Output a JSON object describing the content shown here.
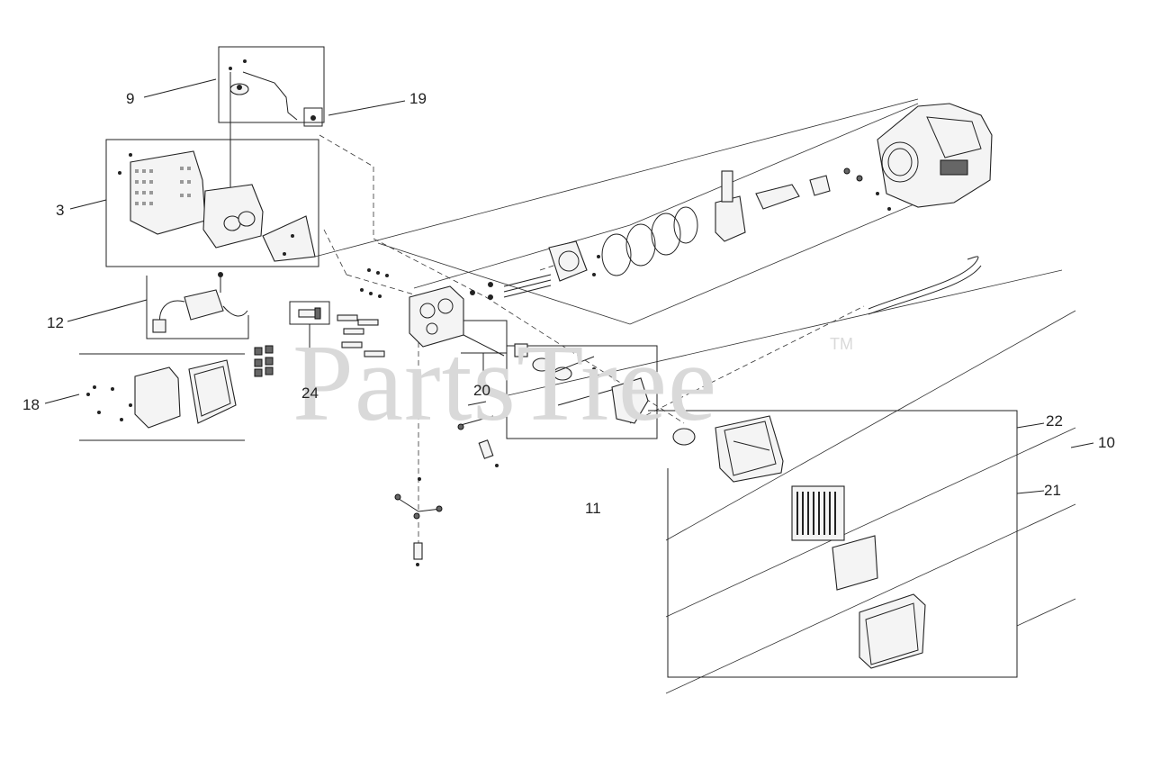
{
  "watermark": {
    "text": "PartsTree",
    "trademark": "TM"
  },
  "callouts": [
    {
      "id": "c9",
      "label": "9"
    },
    {
      "id": "c19",
      "label": "19"
    },
    {
      "id": "c3",
      "label": "3"
    },
    {
      "id": "c12",
      "label": "12"
    },
    {
      "id": "c24",
      "label": "24"
    },
    {
      "id": "c20",
      "label": "20"
    },
    {
      "id": "c18",
      "label": "18"
    },
    {
      "id": "c11",
      "label": "11"
    },
    {
      "id": "c22",
      "label": "22"
    },
    {
      "id": "c10",
      "label": "10"
    },
    {
      "id": "c21",
      "label": "21"
    }
  ]
}
